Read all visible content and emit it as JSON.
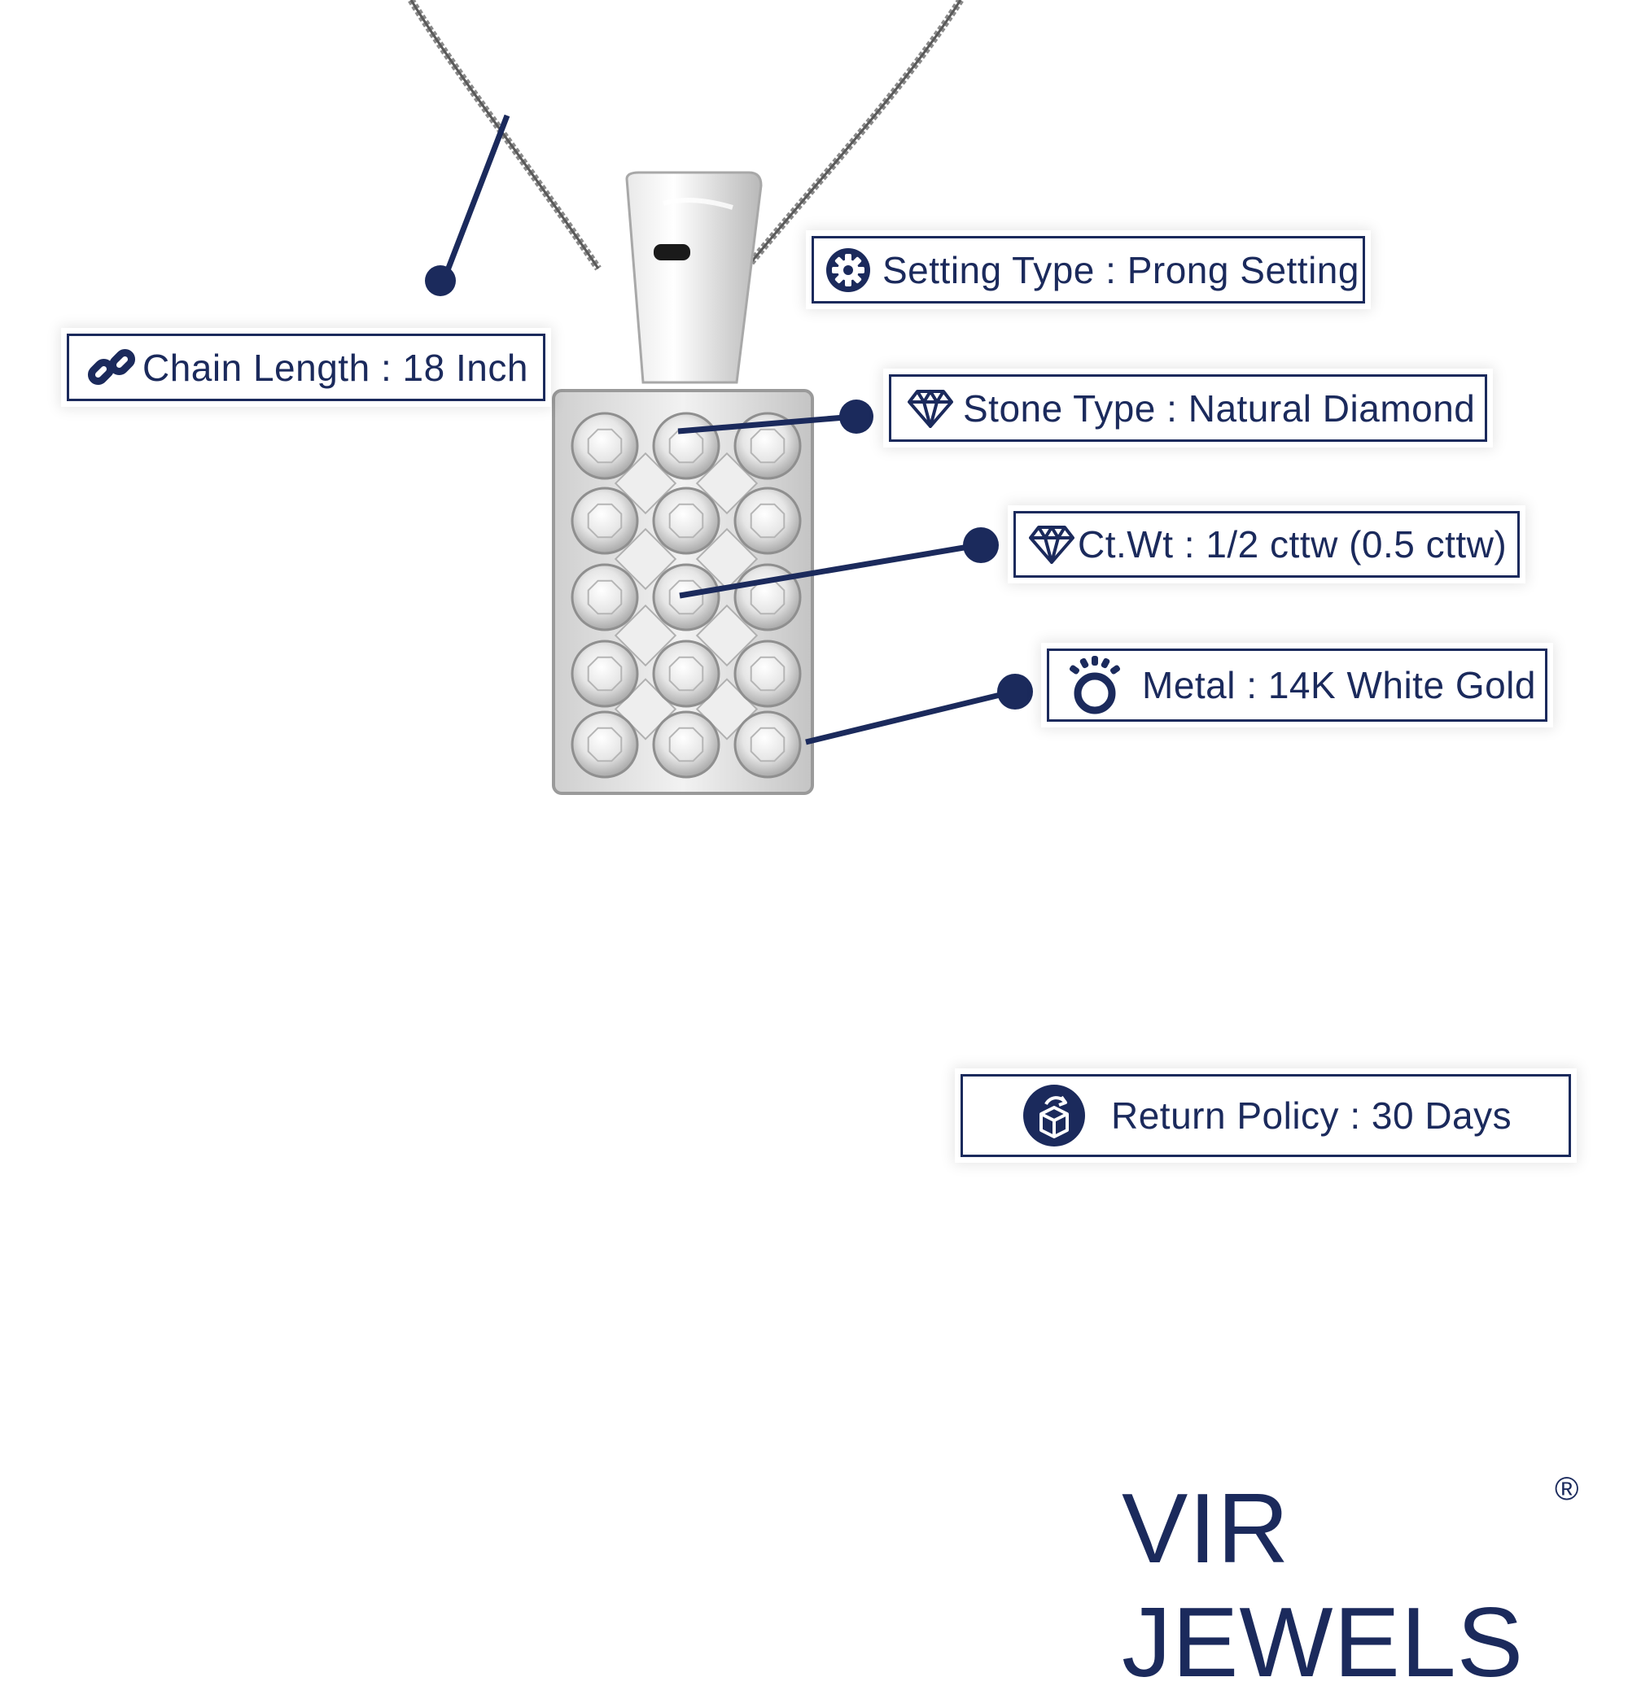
{
  "colors": {
    "accent": "#1b2a5c",
    "background": "#ffffff",
    "metal": "#d9d9d9"
  },
  "callouts": {
    "chain_length": {
      "label": "Chain Length : 18 Inch",
      "icon": "chain-link-icon"
    },
    "setting_type": {
      "label": "Setting Type : Prong Setting",
      "icon": "gear-icon"
    },
    "stone_type": {
      "label": "Stone Type : Natural Diamond",
      "icon": "diamond-icon"
    },
    "ct_wt": {
      "label": "Ct.Wt : 1/2 cttw (0.5 cttw)",
      "icon": "diamond-icon"
    },
    "metal": {
      "label": "Metal : 14K White Gold",
      "icon": "ring-icon"
    },
    "return_policy": {
      "label": "Return Policy : 30 Days",
      "icon": "return-box-icon"
    }
  },
  "brand": {
    "name": "VIR JEWELS",
    "mark": "®"
  }
}
